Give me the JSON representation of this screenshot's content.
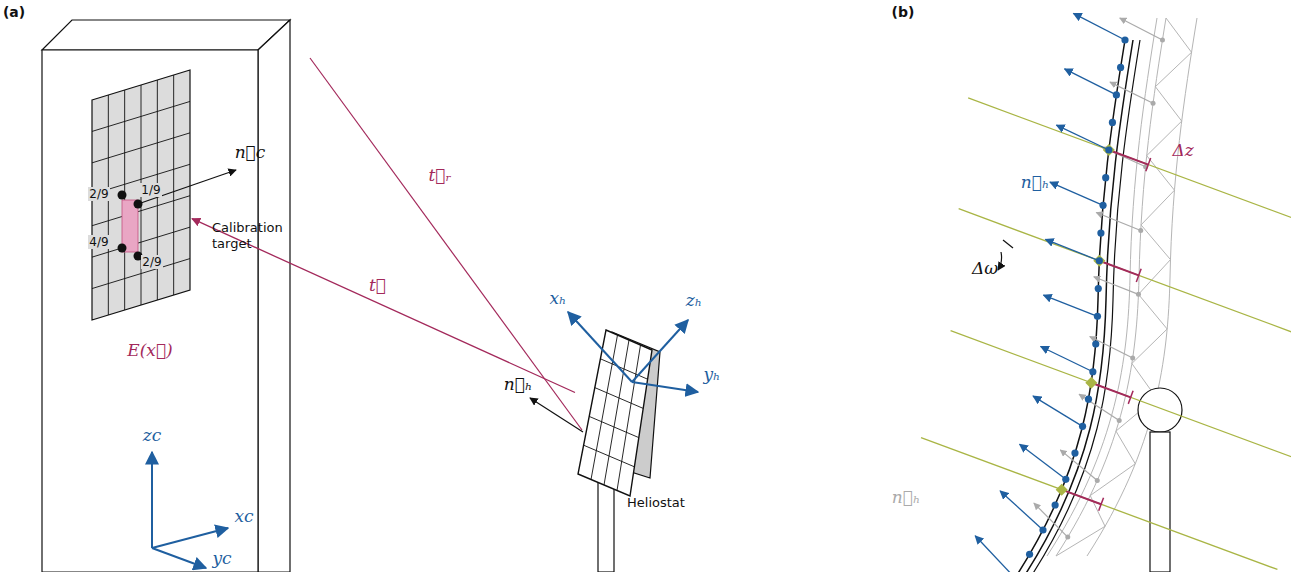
{
  "diagram": {
    "nodes": [
      {
        "text": [
          "Calibration target"
        ]
      },
      {
        "text": [
          "Heliostat"
        ]
      }
    ],
    "edges": [
      {
        "from": 1,
        "to": 0,
        "arrow": "to",
        "label": "t⃗"
      }
    ],
    "labels": [
      "(a)",
      "(b)",
      "2/9",
      "1/9",
      "4/9",
      "2/9",
      "n⃗c",
      "t⃗ᵣ",
      "xₕ",
      "zₕ",
      "yₕ",
      "n⃗ₕ",
      "E(x⃗)",
      "zc",
      "xc",
      "yc",
      "Δz",
      "n⃗ₕ",
      "Δω",
      "n⃗ₕ"
    ]
  }
}
